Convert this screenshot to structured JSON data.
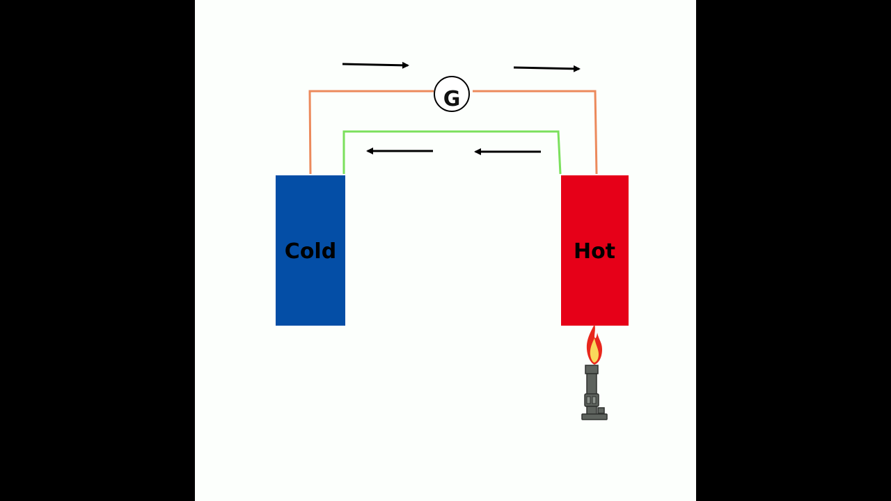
{
  "colors": {
    "background_side": "#000000",
    "background_canvas": "#fcfffc",
    "cold_block": "#044ea6",
    "hot_block": "#e60018",
    "wire_top": "#ec8a5c",
    "wire_bottom": "#7be05d",
    "arrow": "#000000",
    "burner": "#5e635e",
    "flame_outer": "#e8271c",
    "flame_inner": "#f9d75b"
  },
  "galvanometer": {
    "label": "G"
  },
  "cold_block": {
    "label": "Cold"
  },
  "hot_block": {
    "label": "Hot"
  },
  "arrows": {
    "top_direction": "right",
    "bottom_direction": "left"
  },
  "icons": {
    "burner": "bunsen-burner-icon",
    "flame": "flame-icon"
  }
}
